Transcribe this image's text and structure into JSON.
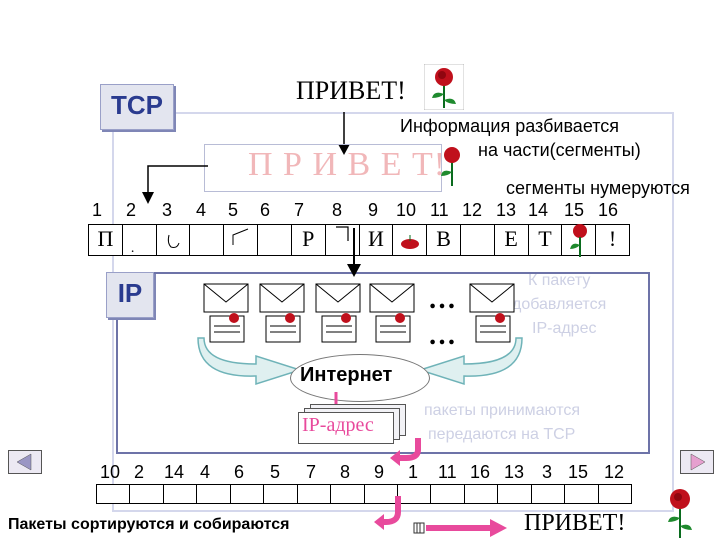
{
  "tcp_label": "TCP",
  "ip_label": "IP",
  "greeting_top": "ПРИВЕТ!",
  "greeting_split": "П Р И В Е Т!",
  "info_split_line1": "Информация разбивается",
  "info_split_line2": "на части(сегменты)",
  "segments_numbered": "сегменты нумеруются",
  "segment_numbers": [
    "1",
    "2",
    "3",
    "4",
    "5",
    "6",
    "7",
    "8",
    "9",
    "10",
    "11",
    "12",
    "13",
    "14",
    "15",
    "16"
  ],
  "segment_letters": [
    "П",
    "",
    "",
    "",
    "",
    "",
    "Р",
    "",
    "И",
    "",
    "В",
    "",
    "Е",
    "Т",
    "",
    "!"
  ],
  "ip_added_line1": "К пакету",
  "ip_added_line2": "добавляется",
  "ip_added_line3": "IP-адрес",
  "dots_top": "…",
  "dots_bottom": "…",
  "internet_label": "Интернет",
  "ip_address_label": "IP-адрес",
  "packets_received_line1": "пакеты принимаются",
  "packets_received_line2": "передаются на TCP",
  "shuffled_numbers": [
    "10",
    "2",
    "14",
    "4",
    "6",
    "5",
    "7",
    "8",
    "9",
    "1",
    "11",
    "16",
    "13",
    "3",
    "15",
    "12"
  ],
  "sorted_caption": "Пакеты сортируются и собираются",
  "greeting_bottom": "ПРИВЕТ!",
  "colors": {
    "frame": "#d4d7ec",
    "label_text": "#2a3b8f",
    "faded_text": "#cdd0e4",
    "rose": "#c0101c",
    "arrow_fill": "#dff0f0",
    "arrow_stroke": "#6fb3b8",
    "pink_arrow": "#e84a9c"
  },
  "icons": [
    "rose-icon",
    "envelope-icon",
    "arrow-left-icon",
    "arrow-right-icon",
    "curved-arrow-icon"
  ]
}
